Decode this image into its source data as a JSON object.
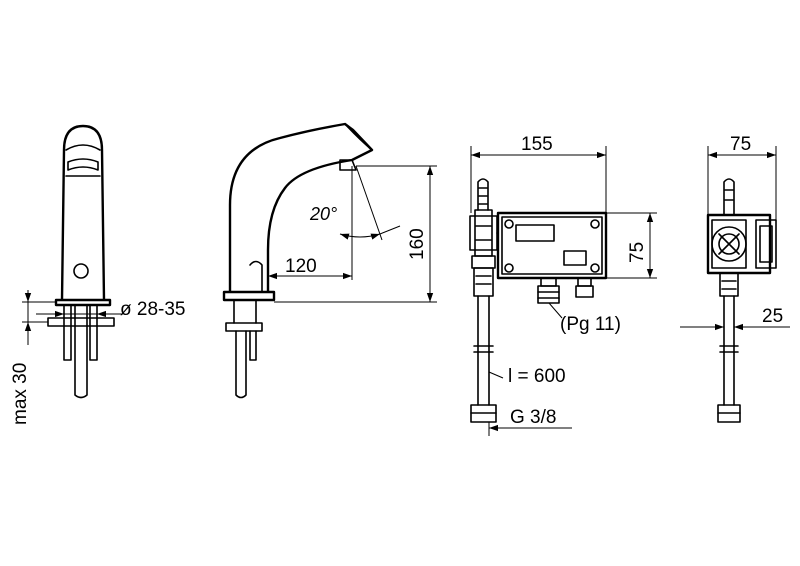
{
  "figure": {
    "view_front": {
      "dim_diameter": "ø 28-35",
      "dim_height": "max 30"
    },
    "view_side": {
      "dim_projection": "120",
      "dim_height": "160",
      "dim_angle": "20°"
    },
    "view_box": {
      "dim_width": "155",
      "dim_height": "75",
      "gland": "(Pg 11)",
      "hose_length": "l = 600",
      "thread": "G 3/8"
    },
    "view_box_side": {
      "dim_width": "75",
      "dim_offset": "25"
    }
  }
}
